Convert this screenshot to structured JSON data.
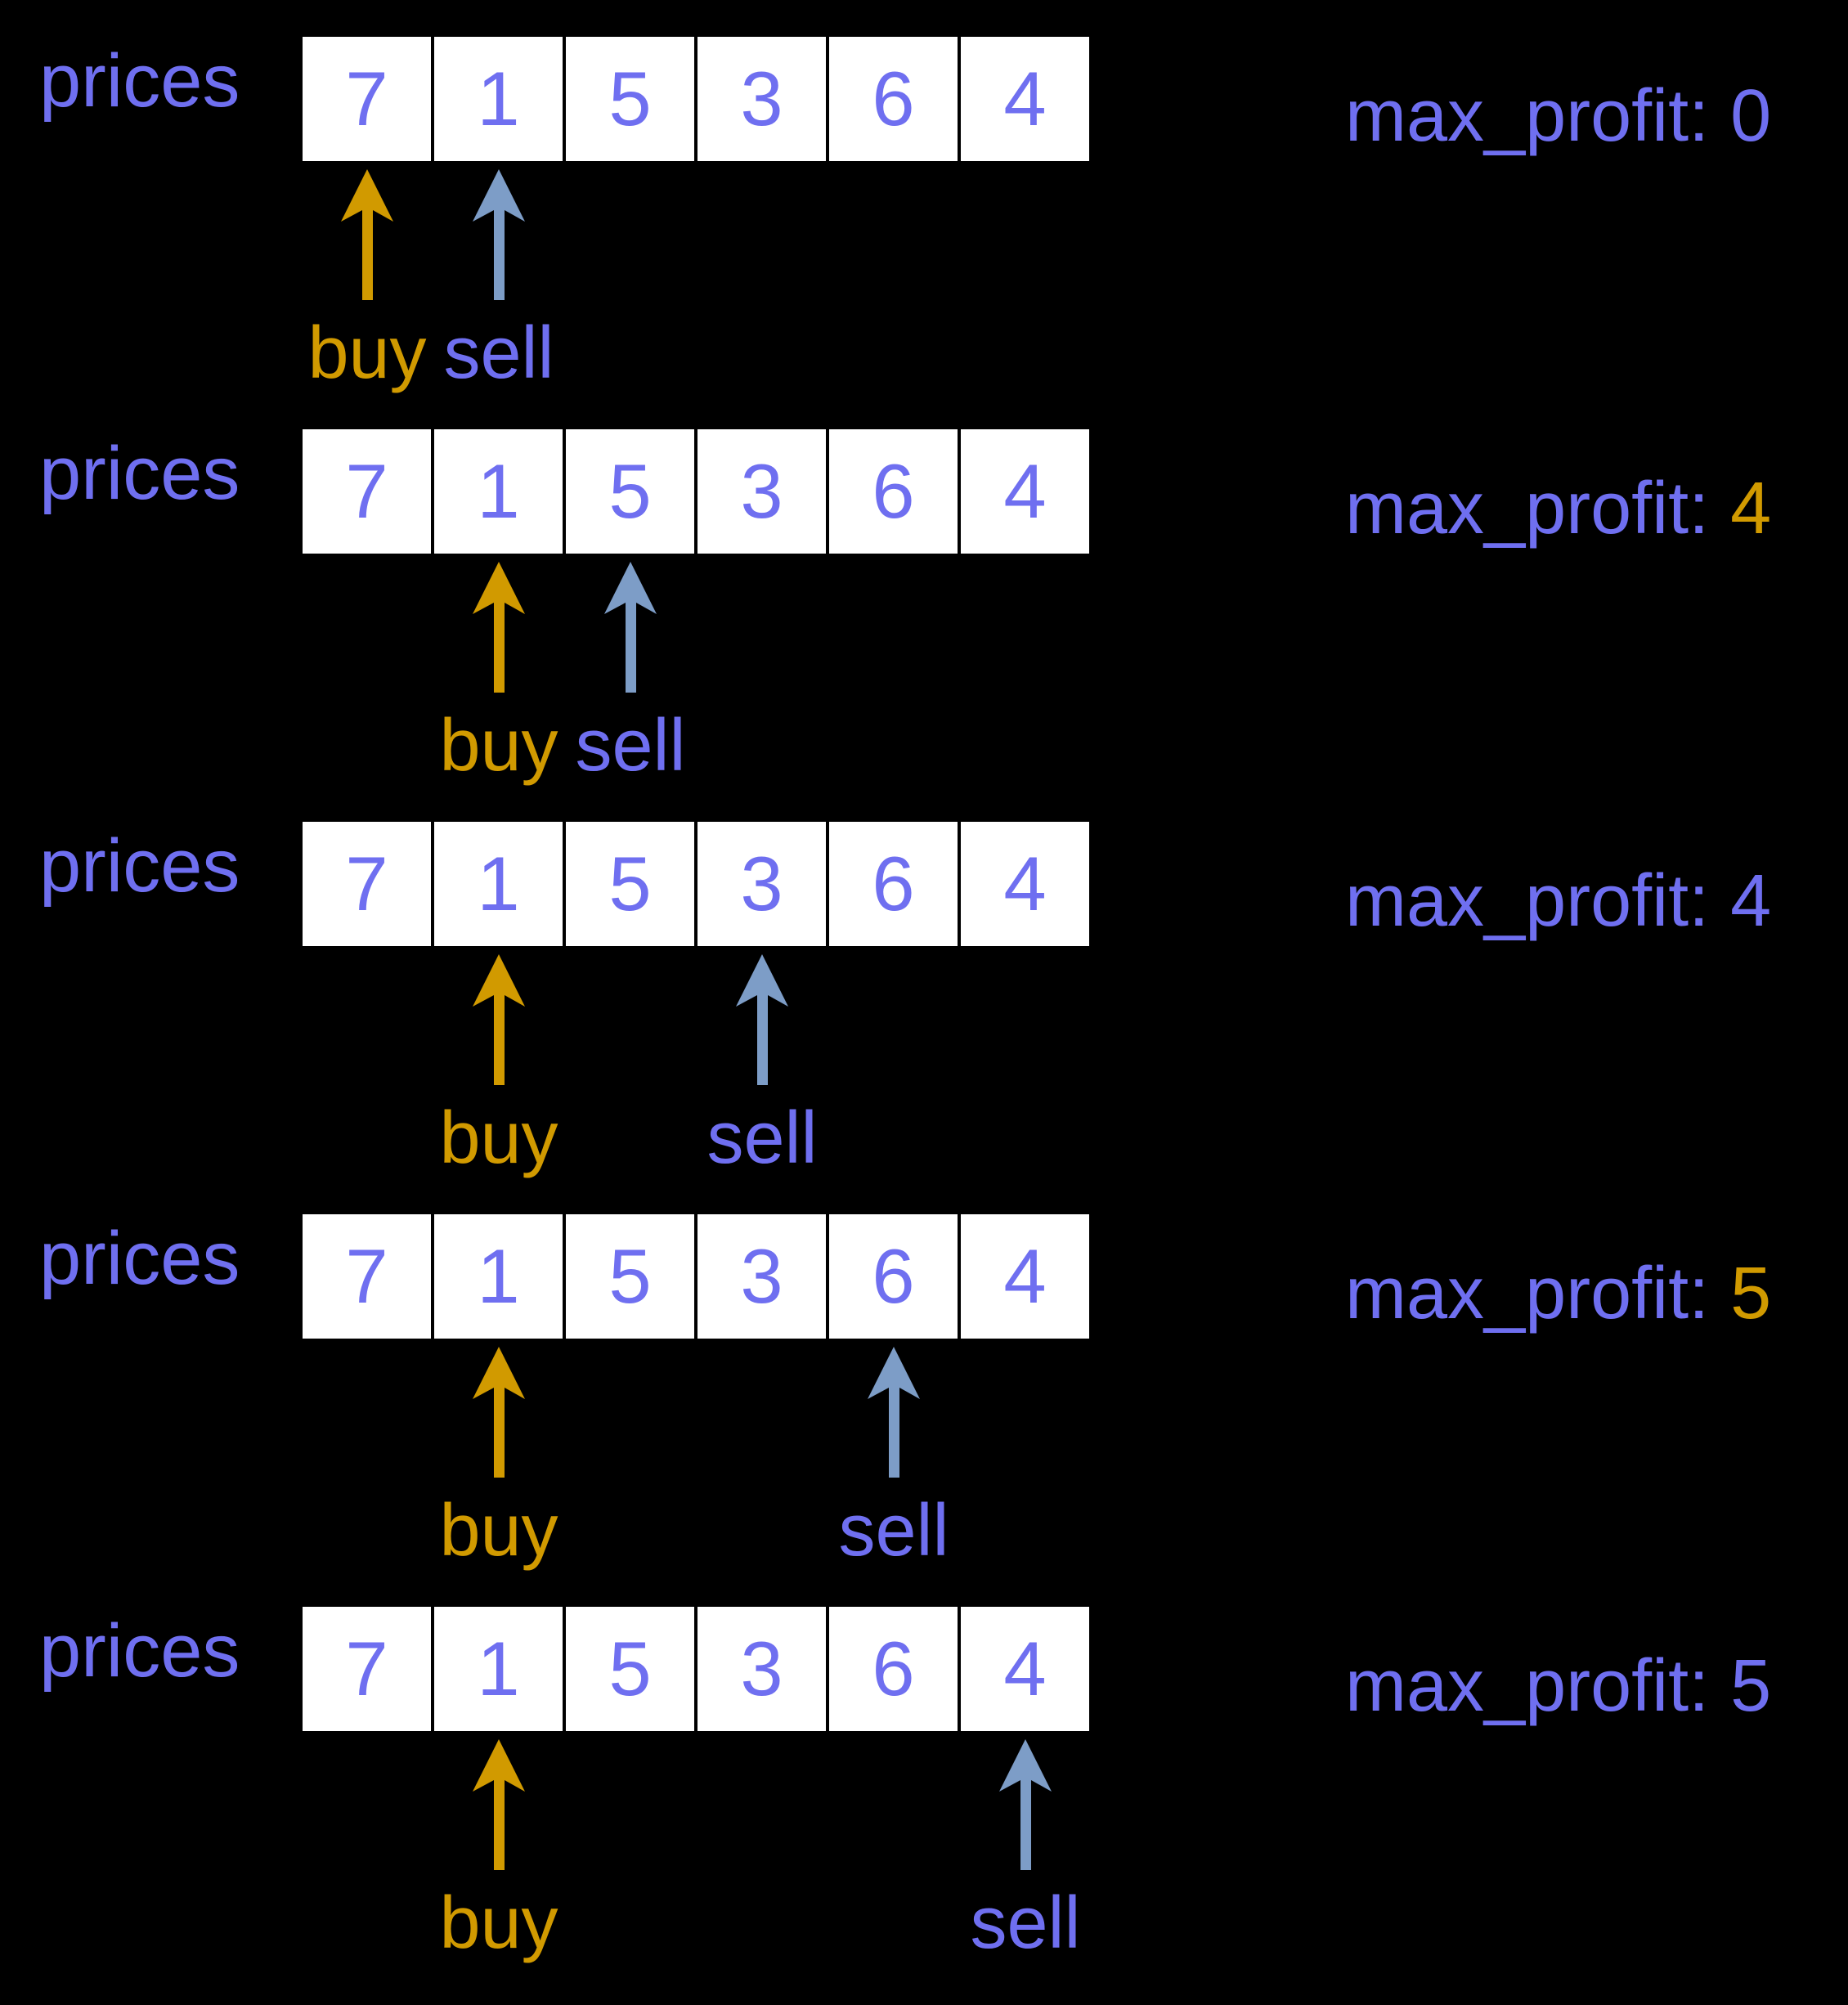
{
  "colors": {
    "background": "#000000",
    "purple": "#6F6FF0",
    "gold": "#D19A00",
    "steel_blue": "#7D9DC7",
    "cell_background": "#FFFFFF"
  },
  "labels": {
    "prices": "prices",
    "buy": "buy",
    "sell": "sell",
    "max_profit": "max_profit:"
  },
  "array_values": [
    "7",
    "1",
    "5",
    "3",
    "6",
    "4"
  ],
  "rows": [
    {
      "buy_index": 0,
      "sell_index": 1,
      "max_profit_value": "0",
      "profit_highlight": false
    },
    {
      "buy_index": 1,
      "sell_index": 2,
      "max_profit_value": "4",
      "profit_highlight": true
    },
    {
      "buy_index": 1,
      "sell_index": 3,
      "max_profit_value": "4",
      "profit_highlight": false
    },
    {
      "buy_index": 1,
      "sell_index": 4,
      "max_profit_value": "5",
      "profit_highlight": true
    },
    {
      "buy_index": 1,
      "sell_index": 5,
      "max_profit_value": "5",
      "profit_highlight": false
    }
  ]
}
